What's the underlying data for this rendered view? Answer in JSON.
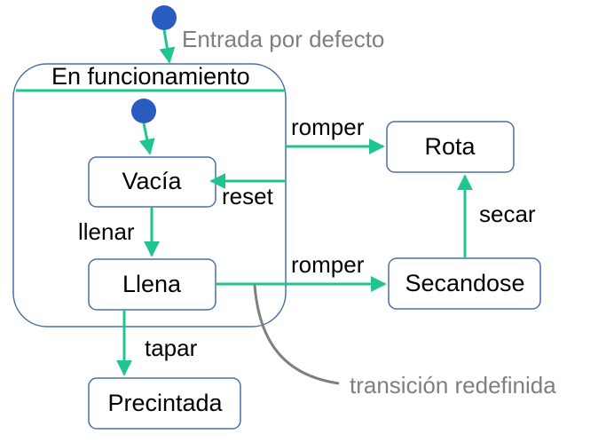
{
  "colors": {
    "transition": "#1fc48f",
    "state_border": "#4a6fa5",
    "initial_node": "#2a5bbf",
    "note_text": "#7f7f7f",
    "note_line": "#7f7f7f"
  },
  "composite_state": {
    "name": "En funcionamiento"
  },
  "states": {
    "vacia": "Vacía",
    "llena": "Llena",
    "precintada": "Precintada",
    "rota": "Rota",
    "secandose": "Secandose"
  },
  "transitions": {
    "romper_top": "romper",
    "reset": "reset",
    "llenar": "llenar",
    "romper_bottom": "romper",
    "tapar": "tapar",
    "secar": "secar"
  },
  "notes": {
    "default_entry": "Entrada por defecto",
    "redefined_transition": "transición redefinida"
  }
}
